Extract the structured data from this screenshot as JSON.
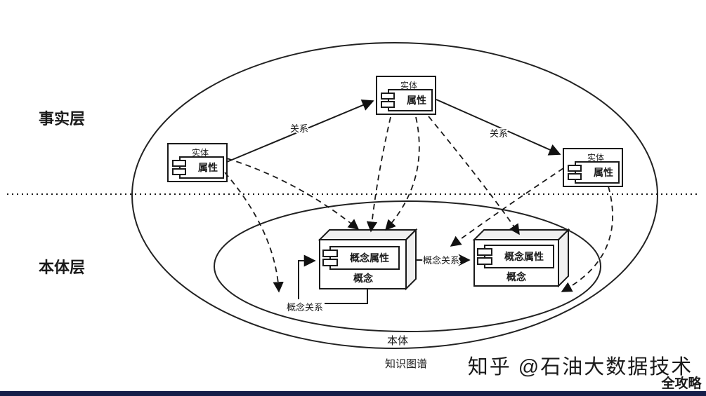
{
  "diagram": {
    "fact_layer_label": "事实层",
    "ontology_layer_label": "本体层",
    "entity_left_title": "实体",
    "entity_left_attr": "属性",
    "entity_top_title": "实体",
    "entity_top_attr": "属性",
    "entity_right_title": "实体",
    "entity_right_attr": "属性",
    "concept_left_attr": "概念属性",
    "concept_left_label": "概念",
    "concept_right_attr": "概念属性",
    "concept_right_label": "概念",
    "relation_left": "关系",
    "relation_right": "关系",
    "concept_relation_mid": "概念关系",
    "concept_relation_self": "概念关系",
    "ontology_caption": "本体",
    "knowledge_graph_caption": "知识图谱"
  },
  "watermark": {
    "credit": "知乎 @石油大数据技术",
    "badge": "全攻略"
  },
  "colors": {
    "bottom_bar": "#161f4a",
    "badge": "#d9a81e",
    "watermark": "#d4d0ca",
    "line": "#1a1a1a"
  }
}
